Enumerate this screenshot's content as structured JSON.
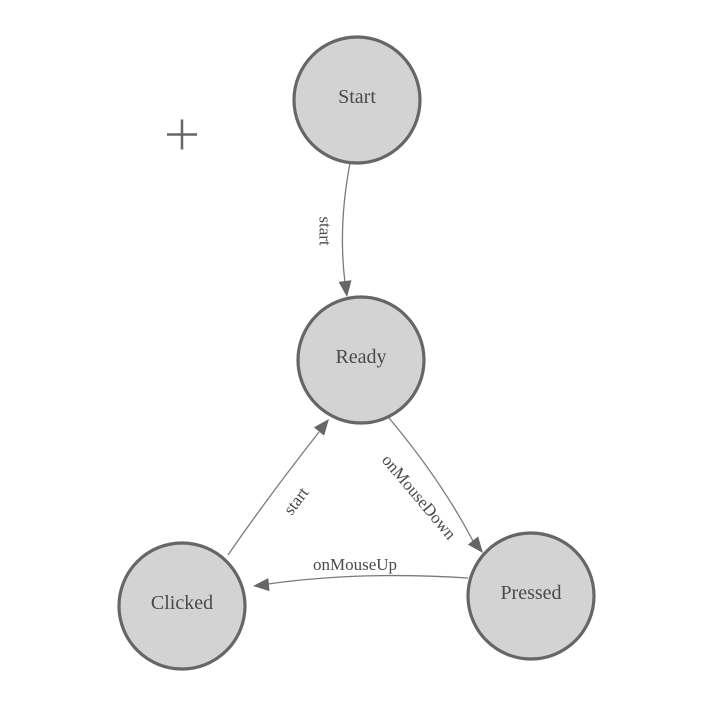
{
  "diagram": {
    "type": "state-machine",
    "nodes": [
      {
        "id": "start",
        "label": "Start"
      },
      {
        "id": "ready",
        "label": "Ready"
      },
      {
        "id": "clicked",
        "label": "Clicked"
      },
      {
        "id": "pressed",
        "label": "Pressed"
      }
    ],
    "edges": [
      {
        "from": "start",
        "to": "ready",
        "label": "start"
      },
      {
        "from": "ready",
        "to": "pressed",
        "label": "onMouseDown"
      },
      {
        "from": "pressed",
        "to": "clicked",
        "label": "onMouseUp"
      },
      {
        "from": "clicked",
        "to": "ready",
        "label": "start"
      }
    ],
    "icons": {
      "crosshair": "+"
    },
    "colors": {
      "canvas_bg": "#ffffff",
      "node_fill": "#d3d3d3",
      "node_stroke": "#666666",
      "edge": "#7a7a7a",
      "arrowhead": "#666666",
      "text": "#4a4a4a",
      "crosshair": "#666666"
    }
  }
}
